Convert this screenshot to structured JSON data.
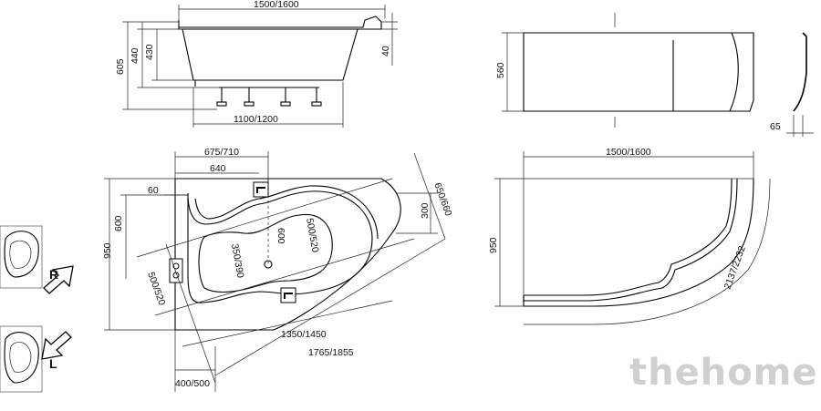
{
  "side_view": {
    "length": "1500/1600",
    "height_total": "605",
    "height_inner": "440",
    "depth": "430",
    "rim": "40",
    "legs_span": "1100/1200"
  },
  "front_view": {
    "height": "560",
    "offset": "65"
  },
  "top_view": {
    "w1": "675/710",
    "w2": "640",
    "offset": "60",
    "h600_left": "600",
    "height": "950",
    "depth_inner": "600",
    "basin_width": "350/390",
    "seat": "500/520",
    "side_depth": "500/520",
    "end_depth": "300",
    "diag_depth": "650/660",
    "len_inner": "1350/1450",
    "diag_len": "1765/1855",
    "bottom_offset": "400/500"
  },
  "plan_view": {
    "length": "1500/1600",
    "width": "950",
    "arc": "2137/2232"
  },
  "variants": {
    "right": "R",
    "left": "L"
  },
  "watermark": "thehome"
}
